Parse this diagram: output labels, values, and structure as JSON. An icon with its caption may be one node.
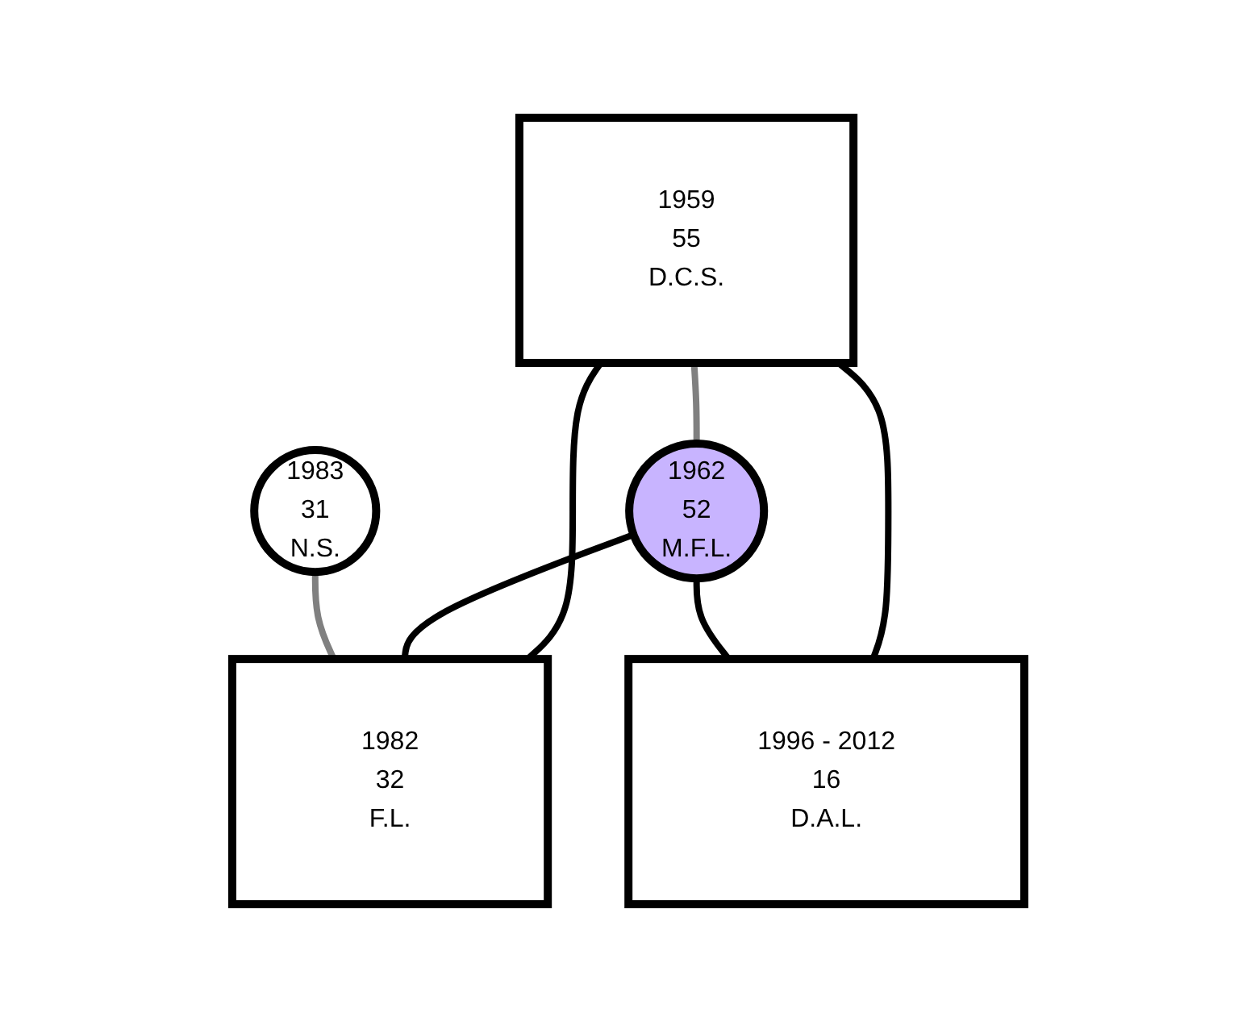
{
  "diagram": {
    "nodes": [
      {
        "text": [
          "1959",
          "55",
          "D.C.S."
        ]
      },
      {
        "text": [
          "1962",
          "52",
          "M.F.L."
        ]
      },
      {
        "text": [
          "1983",
          "31",
          "N.S."
        ]
      },
      {
        "text": [
          "1982",
          "32",
          "F.L."
        ]
      },
      {
        "text": [
          "1996 - 2012",
          "16",
          "D.A.L."
        ]
      }
    ],
    "edges": [
      {
        "from": 0,
        "to": 1,
        "arrow": "none",
        "color": "#808080"
      },
      {
        "from": 0,
        "to": 3,
        "arrow": "none"
      },
      {
        "from": 0,
        "to": 4,
        "arrow": "none"
      },
      {
        "from": 1,
        "to": 3,
        "arrow": "none"
      },
      {
        "from": 1,
        "to": 4,
        "arrow": "none"
      },
      {
        "from": 2,
        "to": 3,
        "arrow": "none",
        "color": "#808080"
      }
    ]
  }
}
